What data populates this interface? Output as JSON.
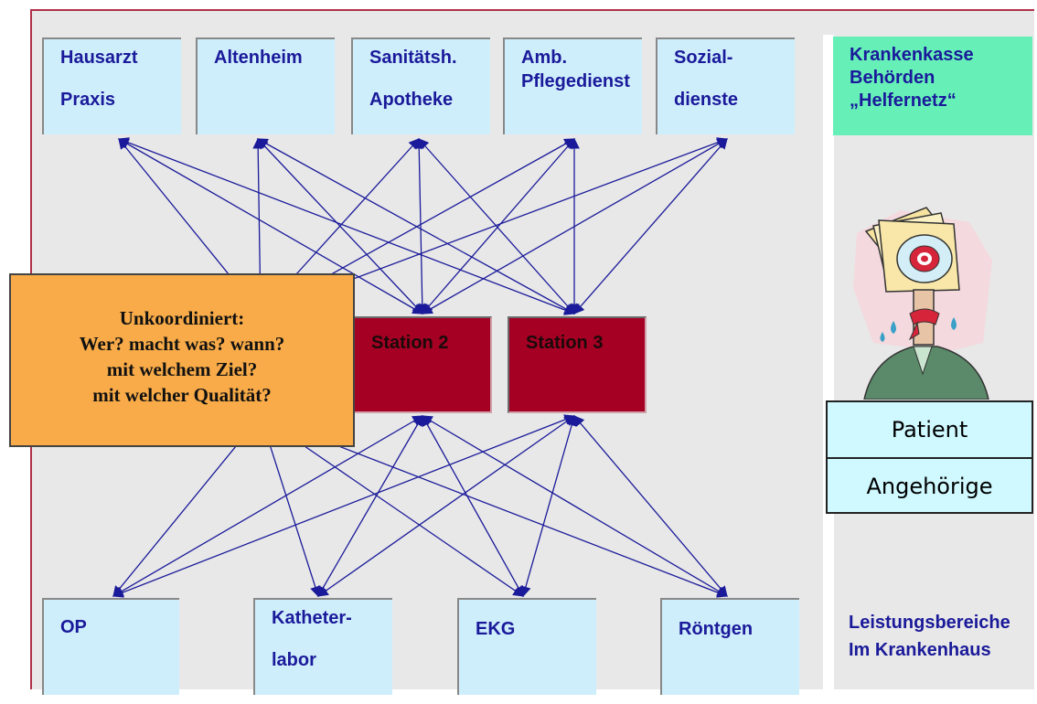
{
  "top_boxes": [
    {
      "line1": "Hausarzt",
      "line2": "Praxis"
    },
    {
      "line1": "Altenheim",
      "line2": ""
    },
    {
      "line1": "Sanitätsh.",
      "line2": "Apotheke"
    },
    {
      "line1": "Amb.",
      "line2": "Pflegedienst"
    },
    {
      "line1": "Sozial-",
      "line2": "dienste"
    }
  ],
  "stations": [
    {
      "label": "Station 2"
    },
    {
      "label": "Station 3"
    }
  ],
  "bottom_boxes": [
    {
      "line1": "OP",
      "line2": ""
    },
    {
      "line1": "Katheter-",
      "line2": "labor"
    },
    {
      "line1": "EKG",
      "line2": ""
    },
    {
      "line1": "Röntgen",
      "line2": ""
    }
  ],
  "callout": {
    "lines": [
      "Unkoordiniert:",
      "Wer? macht was? wann?",
      "mit welchem Ziel?",
      "mit welcher Qualität?"
    ]
  },
  "sidebar": {
    "krankenkasse_lines": [
      "Krankenkasse",
      "Behörden",
      "„Helfernetz“"
    ],
    "patient_label": "Patient",
    "angehoerige_label": "Angehörige",
    "leistung_lines": [
      "Leistungsbereiche",
      "Im Krankenhaus"
    ]
  },
  "colors": {
    "arrow": "#1a1a9a",
    "station": "#a50024",
    "box": "#cfeefc",
    "callout": "#f8ab48",
    "krankenkasse": "#66f0b8"
  }
}
